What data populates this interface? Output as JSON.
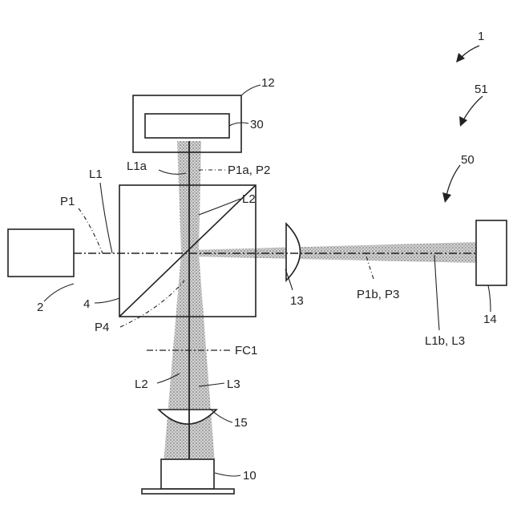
{
  "labels": {
    "fig_1": "1",
    "fig_51": "51",
    "fig_50": "50",
    "c12": "12",
    "c30": "30",
    "c2": "2",
    "c4": "4",
    "c13": "13",
    "c14": "14",
    "c15": "15",
    "c10": "10",
    "L1": "L1",
    "L1a": "L1a",
    "P1": "P1",
    "P1aP2": "P1a, P2",
    "L2_upper": "L2",
    "L2_lower": "L2",
    "P4": "P4",
    "FC1": "FC1",
    "L3": "L3",
    "P1bP3": "P1b, P3",
    "L1bL3": "L1b, L3"
  },
  "colors": {
    "line": "#222222",
    "beam": "#8a8a8a",
    "background": "#ffffff"
  }
}
